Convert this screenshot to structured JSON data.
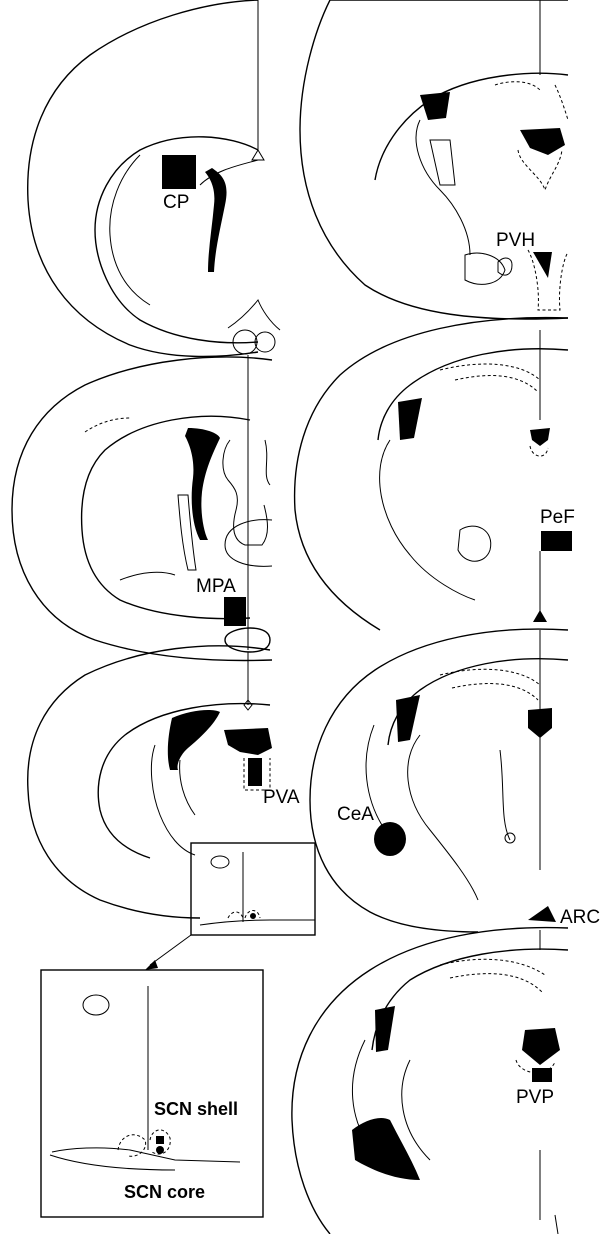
{
  "labels": {
    "cp": "CP",
    "mpa": "MPA",
    "pva": "PVA",
    "pvh": "PVH",
    "pef": "PeF",
    "cea": "CeA",
    "arc": "ARC",
    "pvp": "PVP",
    "scn_shell": "SCN shell",
    "scn_core": "SCN core"
  },
  "colors": {
    "marker": "#000000",
    "outline": "#000000",
    "background": "#ffffff"
  }
}
